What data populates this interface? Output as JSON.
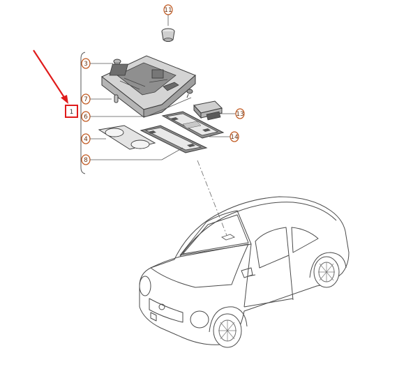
{
  "diagram": {
    "colors": {
      "callout": "#c0561c",
      "callout_text": "#6b3412",
      "highlight": "#e01b1b",
      "line": "#3a3a3a",
      "part_fill": "#d2d2d2",
      "part_dark": "#8c8c8c"
    },
    "callouts": {
      "c1": "1",
      "c3": "3",
      "c4": "4",
      "c6": "6",
      "c7": "7",
      "c8": "8",
      "c11": "11",
      "c13": "13",
      "c14": "14"
    }
  }
}
